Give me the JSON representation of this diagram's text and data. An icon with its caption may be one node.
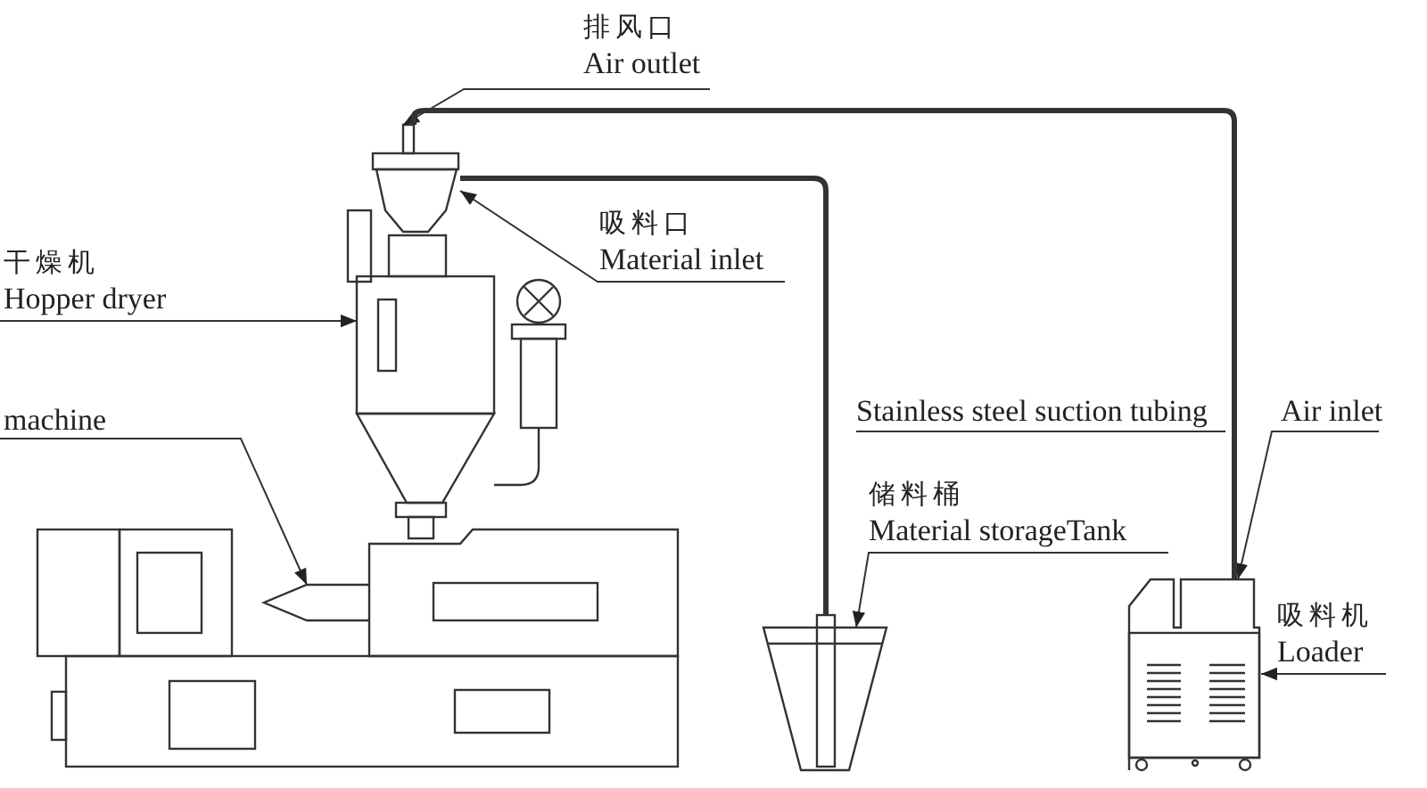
{
  "diagram": {
    "nodes": [
      {
        "text": [
          "排风口",
          "Air outlet"
        ]
      },
      {
        "text": [
          "吸料口",
          "Material inlet"
        ]
      },
      {
        "text": [
          "干燥机",
          "Hopper dryer"
        ]
      },
      {
        "text": [
          "machine"
        ]
      },
      {
        "text": [
          "Stainless steel suction tubing"
        ]
      },
      {
        "text": [
          "Air inlet"
        ]
      },
      {
        "text": [
          "储料桶",
          "Material storageTank"
        ]
      },
      {
        "text": [
          "吸料机",
          "Loader"
        ]
      },
      {
        "text": [],
        "shape": "picture"
      },
      {
        "text": [],
        "shape": "box"
      },
      {
        "text": [],
        "shape": "picture"
      },
      {
        "text": [],
        "shape": "picture"
      },
      {
        "text": [],
        "shape": "picture"
      }
    ],
    "edges": [
      {
        "from": 0,
        "to": 8,
        "arrow": "to"
      },
      {
        "from": 1,
        "to": 8,
        "arrow": "to"
      },
      {
        "from": 2,
        "to": 9,
        "arrow": "to"
      },
      {
        "from": 3,
        "to": 10,
        "arrow": "to"
      },
      {
        "from": 4,
        "to": null,
        "arrow": "none"
      },
      {
        "from": 5,
        "to": 12,
        "arrow": "to"
      },
      {
        "from": 6,
        "to": 11,
        "arrow": "to"
      },
      {
        "from": 7,
        "to": 12,
        "arrow": "to"
      },
      {
        "from": 8,
        "to": 12,
        "arrow": "none",
        "style": "thick"
      },
      {
        "from": 8,
        "to": 11,
        "arrow": "none",
        "style": "thick"
      }
    ]
  }
}
